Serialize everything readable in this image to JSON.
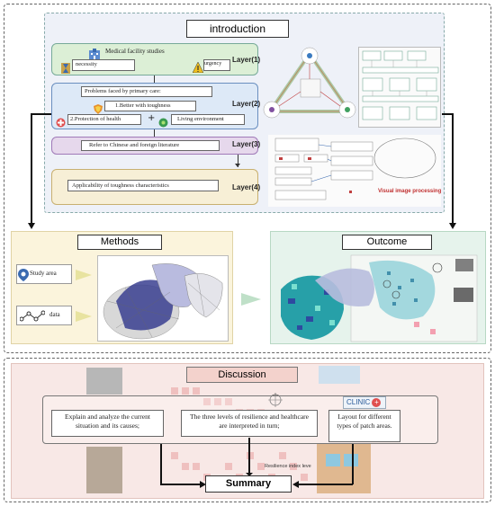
{
  "introduction": {
    "title": "introduction",
    "layers": [
      {
        "tag": "Layer(1)",
        "heading": "Medical facility studies",
        "left": "necessity",
        "right": "urgency"
      },
      {
        "tag": "Layer(2)",
        "heading": "Problems faced by primary care:",
        "item1": "1.Better with toughness",
        "item2": "2.Protection of health",
        "item3": "Living environment"
      },
      {
        "tag": "Layer(3)",
        "heading": "Refer to Chinese and foreign literature"
      },
      {
        "tag": "Layer(4)",
        "heading": "Applicability of toughness characteristics"
      }
    ],
    "right_panel_caption": "Visual image processing"
  },
  "methods": {
    "title": "Methods",
    "items": [
      "Study  area",
      "data"
    ]
  },
  "outcome": {
    "title": "Outcome"
  },
  "discussion": {
    "title": "Discussion",
    "clinic_label": "CLINIC",
    "boxes": [
      "Explain and analyze the current situation and its causes;",
      "The three levels of resilience and healthcare are interpreted in turn;",
      "Layout for different types of patch areas."
    ],
    "map_label": "Resilience index leve",
    "summary": "Summary"
  },
  "colors": {
    "intro_bg": "#eef1f8",
    "layer1": "#dcefd6",
    "layer2": "#dde9f7",
    "layer3": "#e6d8ec",
    "layer4": "#f7efd6",
    "methods_bg": "#fbf4dc",
    "outcome_bg": "#e6f3ec",
    "discussion_bg": "#f8e8e6",
    "discussion_title_bg": "#f3d2cc",
    "arrow": "#111111"
  }
}
